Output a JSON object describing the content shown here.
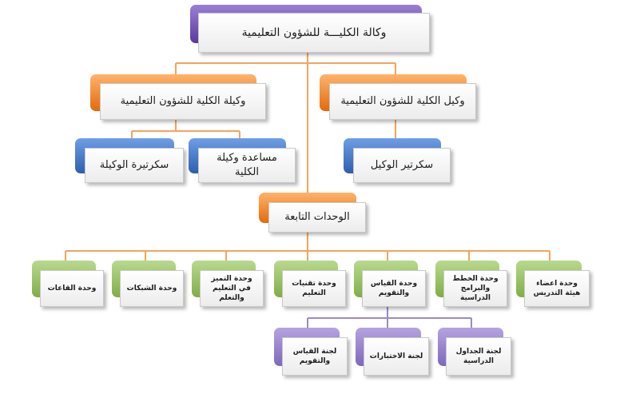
{
  "top": {
    "label": "وكالة الكليـــة للشؤون التعليمية",
    "color": "#6a4aad"
  },
  "deputies": [
    {
      "label": "وكيلة الكلية للشؤون التعليمية",
      "color": "#ef7d14"
    },
    {
      "label": "وكيل الكلية للشؤون التعليمية",
      "color": "#ef7d14"
    }
  ],
  "staff": [
    {
      "label": "سكرتيرة الوكيلة",
      "color": "#3a6fc0"
    },
    {
      "label": "مساعدة وكيلة الكلية",
      "color": "#3a6fc0"
    },
    {
      "label": "سكرتير الوكيل",
      "color": "#3a6fc0"
    }
  ],
  "units_header": {
    "label": "الوحدات التابعة",
    "color": "#ef7d14"
  },
  "units": [
    {
      "label": "وحدة القاعات"
    },
    {
      "label": "وحدة الشبكات"
    },
    {
      "label": "وحدة التميز في التعليم والتعلم"
    },
    {
      "label": "وحدة تقنيات التعليم"
    },
    {
      "label": "وحدة القياس والتقويم"
    },
    {
      "label": "وحدة الخطط والبرامج الدراسية"
    },
    {
      "label": "وحدة اعضاء هيئة التدريس"
    }
  ],
  "committees": [
    {
      "label": "لجنة القياس والتقويم"
    },
    {
      "label": "لجنة الاختبارات"
    },
    {
      "label": "لجنة الجداول الدراسية"
    }
  ],
  "colors": {
    "orange_line": "#f4a45c",
    "purple_line": "#9c89c9",
    "unit_tab": "#8fbf5a",
    "committee_tab": "#8f7bc9"
  }
}
